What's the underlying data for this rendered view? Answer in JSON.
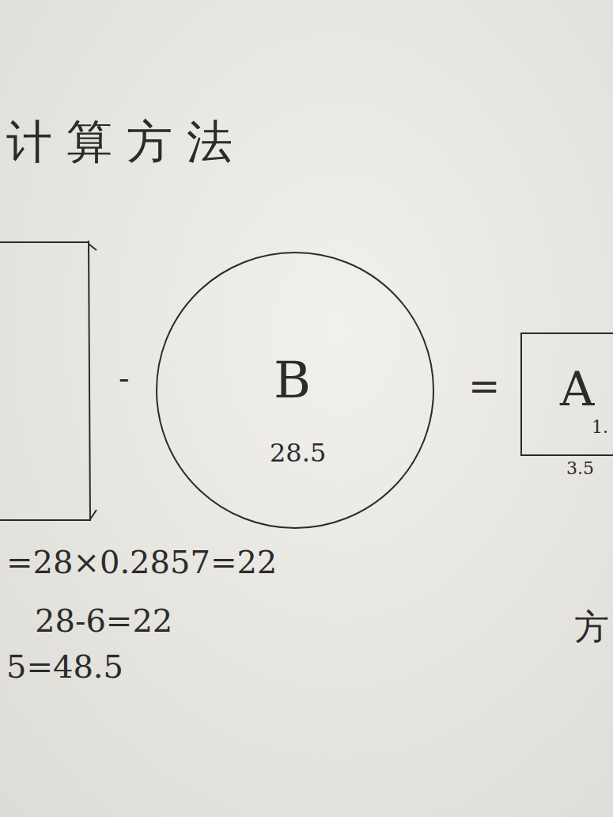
{
  "diagram": {
    "title": "计算方法",
    "nodes": [
      {
        "text": [
          "B",
          "28.5"
        ]
      },
      {
        "text": [
          "A",
          "1."
        ]
      }
    ],
    "labels": [
      "-",
      "=",
      "3.5",
      "=28×0.2857=22",
      "28-6=22",
      "5=48.5",
      "方"
    ]
  }
}
